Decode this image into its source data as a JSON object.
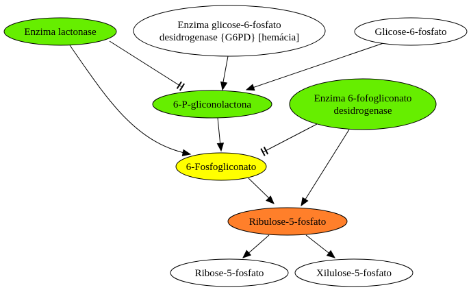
{
  "diagram": {
    "nodes": [
      {
        "id": "lactonase",
        "lines": [
          "Enzima lactonase"
        ],
        "fill": "#66ee00"
      },
      {
        "id": "g6pd",
        "lines": [
          "Enzima glicose-6-fosfato",
          "desidrogenase {G6PD} [hemácia]"
        ],
        "fill": "#ffffff"
      },
      {
        "id": "glicose6f",
        "lines": [
          "Glicose-6-fosfato"
        ],
        "fill": "#ffffff"
      },
      {
        "id": "gliconolactona",
        "lines": [
          "6-P-gliconolactona"
        ],
        "fill": "#66ee00"
      },
      {
        "id": "enzima6pgd",
        "lines": [
          "Enzima 6-fofogliconato",
          "desidrogenase"
        ],
        "fill": "#66ee00"
      },
      {
        "id": "fosfogliconato",
        "lines": [
          "6-Fosfogliconato"
        ],
        "fill": "#ffff00"
      },
      {
        "id": "ribulose",
        "lines": [
          "Ribulose-5-fosfato"
        ],
        "fill": "#ff7f2a"
      },
      {
        "id": "ribose",
        "lines": [
          "Ribose-5-fosfato"
        ],
        "fill": "#ffffff"
      },
      {
        "id": "xilulose",
        "lines": [
          "Xilulose-5-fosfato"
        ],
        "fill": "#ffffff"
      }
    ],
    "edges": [
      {
        "from": "lactonase",
        "to": "gliconolactona",
        "style": "inhibit"
      },
      {
        "from": "lactonase",
        "to": "fosfogliconato",
        "style": "arrow"
      },
      {
        "from": "g6pd",
        "to": "gliconolactona",
        "style": "arrow"
      },
      {
        "from": "glicose6f",
        "to": "gliconolactona",
        "style": "arrow"
      },
      {
        "from": "gliconolactona",
        "to": "fosfogliconato",
        "style": "arrow"
      },
      {
        "from": "enzima6pgd",
        "to": "fosfogliconato",
        "style": "inhibit"
      },
      {
        "from": "enzima6pgd",
        "to": "ribulose",
        "style": "arrow"
      },
      {
        "from": "fosfogliconato",
        "to": "ribulose",
        "style": "arrow"
      },
      {
        "from": "ribulose",
        "to": "ribose",
        "style": "arrow"
      },
      {
        "from": "ribulose",
        "to": "xilulose",
        "style": "arrow"
      }
    ]
  }
}
